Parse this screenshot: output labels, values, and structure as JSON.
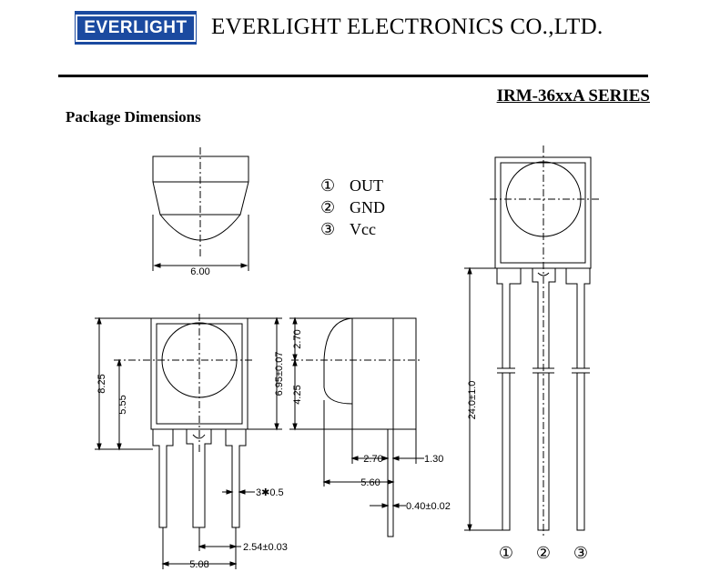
{
  "header": {
    "logo_text": "EVERLIGHT",
    "company": "EVERLIGHT ELECTRONICS CO.,LTD.",
    "series": "IRM-36xxA SERIES",
    "section_title": "Package Dimensions"
  },
  "pins": [
    {
      "symbol": "①",
      "name": "OUT"
    },
    {
      "symbol": "②",
      "name": "GND"
    },
    {
      "symbol": "③",
      "name": "Vcc"
    }
  ],
  "dimensions": {
    "top_width": "6.00",
    "total_height": "8.25",
    "lens_center": "5.55",
    "body_height": "6.95±0.07",
    "side_upper": "2.70",
    "side_lower": "4.25",
    "lead_width": "3✱0.5",
    "pitch": "2.54±0.03",
    "span": "5.08",
    "side_lead_offset": "2.70",
    "side_lead_gap": "1.30",
    "side_depth": "5.60",
    "lead_thickness": "0.40±0.02",
    "total_length": "24.0±1.0"
  },
  "pin_numbers": [
    "①",
    "②",
    "③"
  ]
}
